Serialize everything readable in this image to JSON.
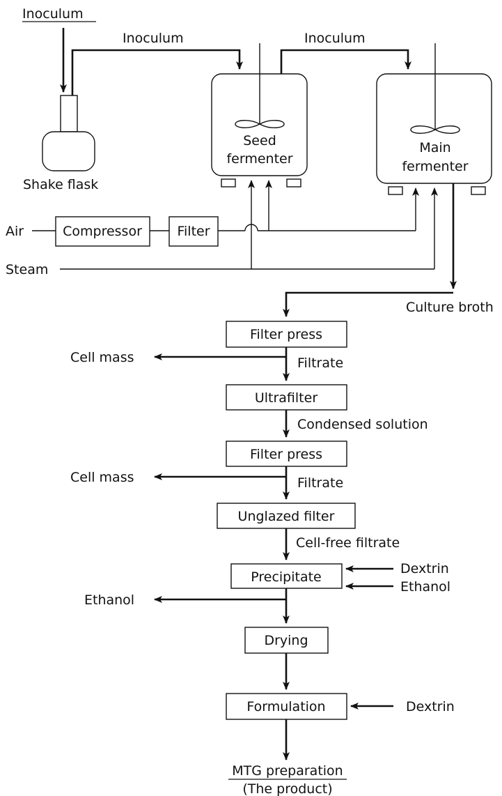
{
  "top": {
    "inoculum_source": "Inoculum",
    "inoculum_to_seed": "Inoculum",
    "inoculum_to_main": "Inoculum",
    "shake_flask": "Shake flask",
    "seed_fermenter_line1": "Seed",
    "seed_fermenter_line2": "fermenter",
    "main_fermenter_line1": "Main",
    "main_fermenter_line2": "fermenter",
    "air": "Air",
    "compressor": "Compressor",
    "air_filter": "Filter",
    "steam": "Steam",
    "culture_broth": "Culture broth"
  },
  "process": {
    "filter_press_1": "Filter press",
    "cell_mass_1": "Cell mass",
    "filtrate_1": "Filtrate",
    "ultrafilter": "Ultrafilter",
    "condensed_solution": "Condensed solution",
    "filter_press_2": "Filter press",
    "cell_mass_2": "Cell mass",
    "filtrate_2": "Filtrate",
    "unglazed_filter": "Unglazed filter",
    "cell_free_filtrate": "Cell-free filtrate",
    "precipitate": "Precipitate",
    "dextrin_in_1": "Dextrin",
    "ethanol_in": "Ethanol",
    "ethanol_out": "Ethanol",
    "drying": "Drying",
    "formulation": "Formulation",
    "dextrin_in_2": "Dextrin",
    "product_line1": "MTG preparation",
    "product_line2": "(The product)"
  }
}
